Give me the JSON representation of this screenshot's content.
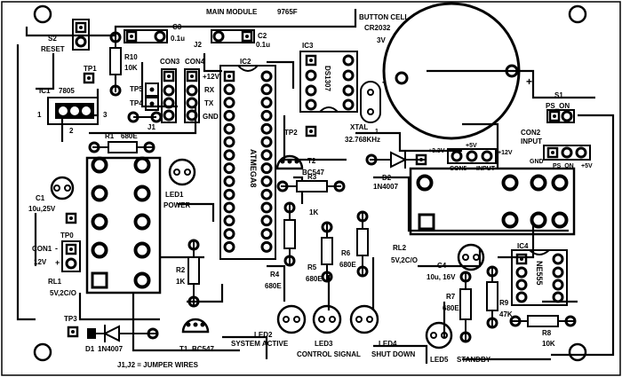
{
  "title": "MAIN MODULE",
  "code": "9765F",
  "note": "J1,J2 = JUMPER WIRES",
  "labels": {
    "c3": "C3",
    "c3v": "0.1u",
    "c2": "C2",
    "c2v": "0.1u",
    "j2": "J2",
    "ic2": "IC2",
    "ic3": "IC3",
    "battery": "BUTTON CELL",
    "battery_type": "CR2032",
    "battery_v": "3V",
    "s2": "S2",
    "reset": "RESET",
    "r10": "R10",
    "r10v": "10K",
    "tp1": "TP1",
    "con3": "CON3",
    "con4": "CON4",
    "plus12v": "+12V",
    "rx": "RX",
    "tx": "TX",
    "gnd": "GND",
    "tp5": "TP5",
    "tp4": "TP4",
    "j1": "J1",
    "ic1": "IC1",
    "ic1v": "7805",
    "pin1": "1",
    "pin2": "2",
    "pin3": "3",
    "r1": "R1",
    "r1v": "680E",
    "atmega": "ATMEGA8",
    "ds1307": "DS1307",
    "tp2": "TP2",
    "xtal": "XTAL",
    "xtal_n": "1",
    "xtalv": "32.768KHz",
    "s1": "S1",
    "ps_on": "PS_ON",
    "con2": "CON2",
    "input": "INPUT",
    "plus3v3": "+3.3V",
    "plus5v": "+5V",
    "plus12v_b": "+12V",
    "con5": "CON5",
    "input2": "INPUT",
    "gnd2": "GND",
    "ps_on2": "PS_ON",
    "plus5v2": "+5V",
    "c1": "C1",
    "c1v": "10u,25V",
    "led1": "LED1",
    "power": "POWER",
    "t2": "T2",
    "t2v": "BC547",
    "r3": "R3",
    "r3v": "1K",
    "d2": "D2",
    "d2v": "1N4007",
    "tp0": "TP0",
    "con1": "CON1",
    "con1v": "12V",
    "minus": "-",
    "plus": "+",
    "r2": "R2",
    "r2v": "1K",
    "r4": "R4",
    "r4v": "680E",
    "r5": "R5",
    "r5v": "680E",
    "r6": "R6",
    "r6v": "680E",
    "rl2": "RL2",
    "rl2v": "5V,2C/O",
    "ic4": "IC4",
    "ne555": "NE555",
    "c4": "C4",
    "c4v": "10u, 16V",
    "r7": "R7",
    "r7v": "680E",
    "r9": "R9",
    "r9v": "47K",
    "r8": "R8",
    "r8v": "10K",
    "rl1": "RL1",
    "rl1v": "5V,2C/O",
    "tp3": "TP3",
    "d1": "D1",
    "d1v": "1N4007",
    "t1": "T1",
    "t1v": "BC547",
    "led2": "LED2",
    "system_active": "SYSTEM ACTIVE",
    "led3": "LED3",
    "control_signal": "CONTROL SIGNAL",
    "led4": "LED4",
    "shut_down": "SHUT DOWN",
    "led5": "LED5",
    "standby": "STANDBY",
    "batt_minus": "-",
    "batt_plus": "+"
  }
}
